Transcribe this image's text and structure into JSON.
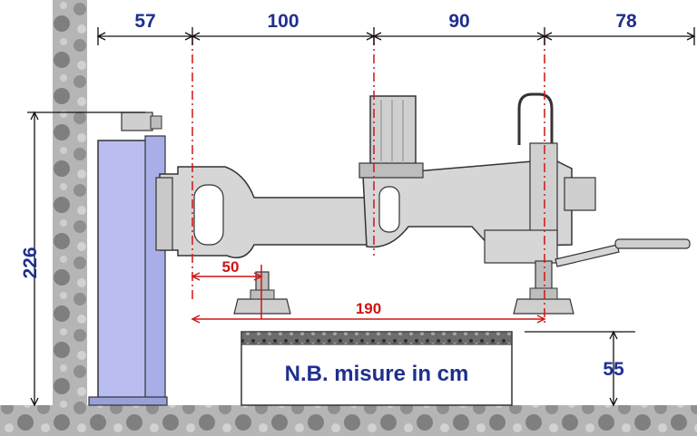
{
  "dimensions": {
    "top": [
      "57",
      "100",
      "90",
      "78"
    ],
    "height_total": "226",
    "arm_reach": "190",
    "small_reach": "50",
    "table_height": "55"
  },
  "note": "N.B. misure in cm",
  "colors": {
    "dimension_blue": "#1f2f8f",
    "dimension_red": "#d11414",
    "column_blue": "#b9bdf0",
    "machine_gray": "#d6d6d6",
    "stone_gray": "#9a9a9a"
  }
}
